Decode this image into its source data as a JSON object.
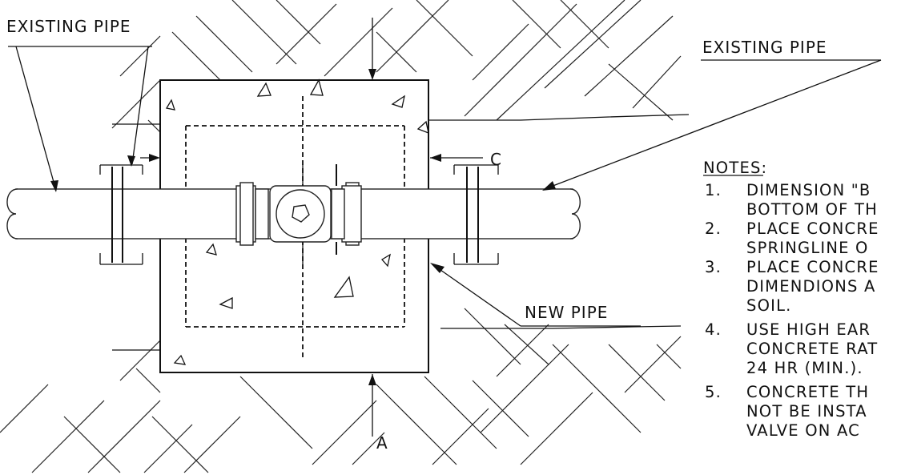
{
  "labels": {
    "existing_pipe_left": "EXISTING PIPE",
    "existing_pipe_right": "EXISTING PIPE",
    "new_pipe": "NEW PIPE",
    "dim_c": "C",
    "dim_a": "A"
  },
  "notes": {
    "heading": "NOTES:",
    "items": [
      {
        "num": "1.",
        "lines": [
          "DIMENSION \"B",
          "BOTTOM OF TH"
        ]
      },
      {
        "num": "2.",
        "lines": [
          "PLACE CONCRE",
          "SPRINGLINE O"
        ]
      },
      {
        "num": "3.",
        "lines": [
          "PLACE CONCRE",
          "DIMENDIONS A",
          "SOIL."
        ]
      },
      {
        "num": "4.",
        "lines": [
          "USE HIGH EAR",
          "CONCRETE RAT",
          "24 HR (MIN.)."
        ]
      },
      {
        "num": "5.",
        "lines": [
          "CONCRETE TH",
          "NOT BE INSTA",
          "VALVE ON AC"
        ]
      }
    ]
  },
  "icons": [
    "valve-nut-icon",
    "flange-icon",
    "arrow-icon",
    "aggregate-triangle-icon"
  ]
}
